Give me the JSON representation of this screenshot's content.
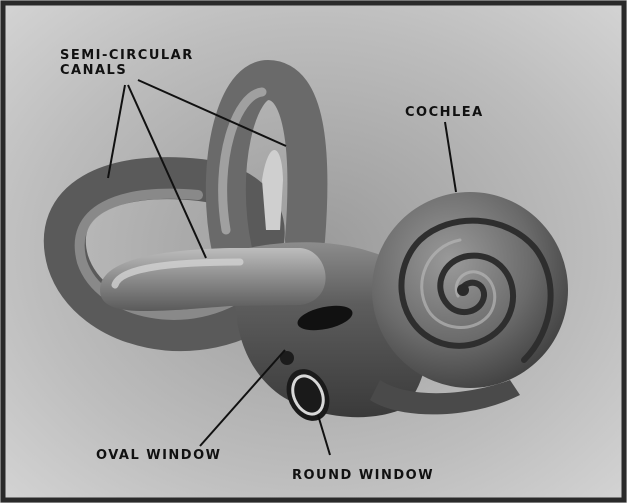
{
  "labels": {
    "semicircular": [
      "SEMI-CIRCULAR",
      "CANALS"
    ],
    "cochlea": "COCHLEA",
    "oval_window": "OVAL WINDOW",
    "round_window": "ROUND WINDOW"
  }
}
